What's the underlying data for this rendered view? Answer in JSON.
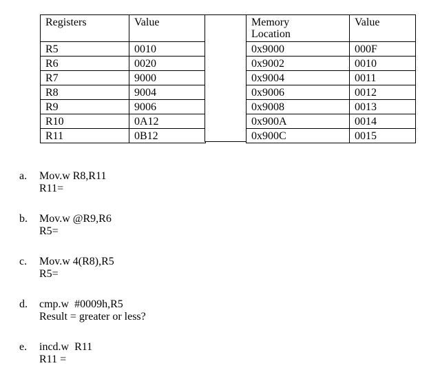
{
  "registers_table": {
    "headers": [
      "Registers",
      "Value"
    ],
    "rows": [
      [
        "R5",
        "0010"
      ],
      [
        "R6",
        "0020"
      ],
      [
        "R7",
        "9000"
      ],
      [
        "R8",
        "9004"
      ],
      [
        "R9",
        "9006"
      ],
      [
        "R10",
        "0A12"
      ],
      [
        "R11",
        "0B12"
      ]
    ]
  },
  "memory_table": {
    "headers": [
      "Memory\nLocation",
      "Value"
    ],
    "rows": [
      [
        "0x9000",
        "000F"
      ],
      [
        "0x9002",
        "0010"
      ],
      [
        "0x9004",
        "0011"
      ],
      [
        "0x9006",
        "0012"
      ],
      [
        "0x9008",
        "0013"
      ],
      [
        "0x900A",
        "0014"
      ],
      [
        "0x900C",
        "0015"
      ]
    ]
  },
  "questions": [
    {
      "label": "a.",
      "instruction": "Mov.w R8,R11",
      "prompt": "R11="
    },
    {
      "label": "b.",
      "instruction": "Mov.w @R9,R6",
      "prompt": "R5="
    },
    {
      "label": "c.",
      "instruction": "Mov.w 4(R8),R5",
      "prompt": "R5="
    },
    {
      "label": "d.",
      "instruction": "cmp.w  #0009h,R5",
      "prompt": "Result = greater or less?"
    },
    {
      "label": "e.",
      "instruction": "incd.w  R11",
      "prompt": "R11 ="
    }
  ]
}
